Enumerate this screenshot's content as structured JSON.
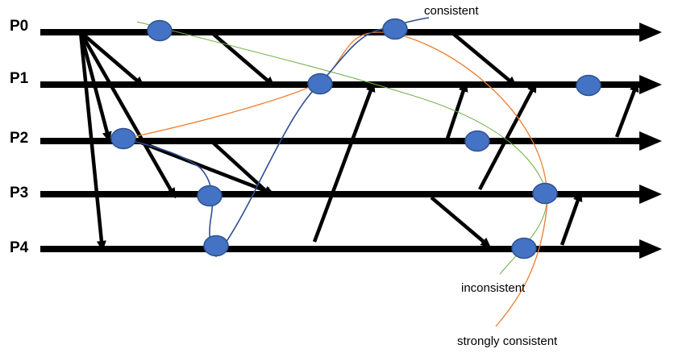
{
  "processes": [
    {
      "id": "p0",
      "label": "P0"
    },
    {
      "id": "p1",
      "label": "P1"
    },
    {
      "id": "p2",
      "label": "P2"
    },
    {
      "id": "p3",
      "label": "P3"
    },
    {
      "id": "p4",
      "label": "P4"
    }
  ],
  "cuts": [
    {
      "id": "consistent",
      "label": "consistent",
      "color": "#2f4f8f"
    },
    {
      "id": "inconsistent",
      "label": "inconsistent",
      "color": "#70ad47"
    },
    {
      "id": "strongly-consistent",
      "label": "strongly consistent",
      "color": "#ed7d31"
    }
  ],
  "colors": {
    "event_fill": "#4472c4",
    "event_stroke": "#2f528f",
    "timeline": "#000000"
  }
}
